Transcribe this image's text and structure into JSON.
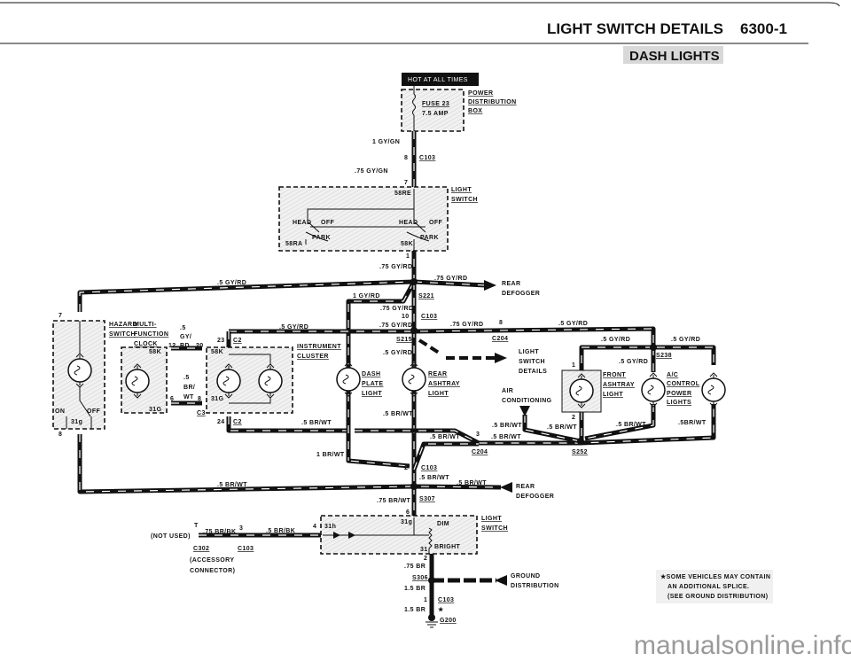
{
  "header": {
    "title": "LIGHT SWITCH DETAILS",
    "page_number": "6300-1",
    "subtitle": "DASH LIGHTS"
  },
  "hot_label": "HOT AT ALL TIMES",
  "power_box": {
    "name": [
      "POWER",
      "DISTRIBUTION",
      "BOX"
    ],
    "fuse": "FUSE 23",
    "rating": "7.5 AMP"
  },
  "light_switch_upper": {
    "name": [
      "LIGHT",
      "SWITCH"
    ],
    "terminals": [
      "58RE",
      "58RA",
      "58K"
    ],
    "positions": [
      "HEAD",
      "OFF",
      "PARK",
      "HEAD",
      "OFF",
      "PARK"
    ]
  },
  "light_switch_lower": {
    "name": [
      "LIGHT",
      "SWITCH"
    ],
    "terminals": [
      "31h",
      "31g",
      "31"
    ],
    "dim": "DIM",
    "bright": "BRIGHT"
  },
  "hazard": {
    "name": [
      "HAZARD",
      "SWITCH"
    ],
    "on": "ON",
    "off": "OFF",
    "term": "31g",
    "pin_top": "7",
    "pin_bottom": "8"
  },
  "clock": {
    "name": [
      "MULTI-",
      "FUNCTION",
      "CLOCK"
    ],
    "terms": [
      "58K",
      "31G"
    ],
    "pins": [
      "12",
      "20",
      "6",
      "8"
    ],
    "wire_top": [
      ".5",
      "GY/",
      "RD"
    ],
    "wire_bottom": [
      ".5",
      "BR/",
      "WT"
    ],
    "connector": "C3"
  },
  "cluster": {
    "name": [
      "INSTRUMENT",
      "CLUSTER"
    ],
    "terms": [
      "58K",
      "31G"
    ],
    "pin_top": "23",
    "pin_bottom": "24",
    "connector": "C2"
  },
  "dash_plate": [
    "DASH",
    "PLATE",
    "LIGHT"
  ],
  "rear_ashtray": [
    "REAR",
    "ASHTRAY",
    "LIGHT"
  ],
  "front_ashtray": {
    "name": [
      "FRONT",
      "ASHTRAY",
      "LIGHT"
    ],
    "pins": [
      "1",
      "2"
    ]
  },
  "ac_control": [
    "A/C",
    "CONTROL",
    "POWER",
    "LIGHTS"
  ],
  "light_switch_details": [
    "LIGHT",
    "SWITCH",
    "DETAILS"
  ],
  "air_conditioning": [
    "AIR",
    "CONDITIONING"
  ],
  "rear_defogger": [
    "REAR",
    "DEFOGGER"
  ],
  "ground_distribution": [
    "GROUND",
    "DISTRIBUTION"
  ],
  "accessory": {
    "not_used": "(NOT USED)",
    "pin_t": "T",
    "c302": "C302",
    "c103": "C103",
    "pin_3": "3",
    "pin_4": "4",
    "line1": "(ACCESSORY",
    "line2": "CONNECTOR)"
  },
  "wires": {
    "gy_gn_1": "1 GY/GN",
    "gy_gn_75": ".75 GY/GN",
    "gy_rd_75_a": ".75 GY/RD",
    "gy_rd_5_left": ".5 GY/RD",
    "gy_rd_75_defog": ".75 GY/RD",
    "gy_rd_1": "1 GY/RD",
    "gy_rd_75_b": ".75 GY/RD",
    "gy_rd_75_c": ".75 GY/RD",
    "gy_rd_75_d": ".75 GY/RD",
    "gy_rd_5_e": ".5 GY/RD",
    "gy_rd_5_cluster": ".5 GY/RD",
    "gy_rd_5_rear": ".5 GY/RD",
    "gy_rd_5_f": ".5 GY/RD",
    "gy_rd_5_g": ".5 GY/RD",
    "gy_rd_5_h": ".5 GY/RD",
    "br_wt_cluster": ".5 BR/WT",
    "br_wt_1": "1 BR/WT",
    "br_wt_rear": ".5 BR/WT",
    "br_wt_a": ".5 BR/WT",
    "br_wt_b": ".5 BR/WT",
    "br_wt_c": ".5 BR/WT",
    "br_wt_d": ".5 BR/WT",
    "br_wt_e": ".5 BR/WT",
    "br_wt_f": ".5BR/WT",
    "br_wt_g": ".5 BR/WT",
    "br_wt_h": ".5 BR/WT",
    "br_wt_left": ".5 BR/WT",
    "br_wt_75": ".75 BR/WT",
    "br_bk_75": ".75 BR/BK",
    "br_bk_5": ".5 BR/BK",
    "br_75": ".75 BR",
    "br_15_a": "1.5 BR",
    "br_15_b": "1.5 BR"
  },
  "connectors": {
    "c103_a": "C103",
    "c103_a_pin": "8",
    "pin_7": "7",
    "pin_1": "1",
    "s221": "S221",
    "c103_b": "C103",
    "c103_b_pin": "10",
    "s215": "S215",
    "c204_a": "C204",
    "c204_a_pin": "8",
    "s238": "S238",
    "c204_b": "C204",
    "c204_b_pin": "3",
    "s252": "S252",
    "c103_c": "C103",
    "c103_c_pin": "2",
    "s307": "S307",
    "pin_6": "6",
    "pin_2": "2",
    "s306": "S306",
    "c103_d": "C103",
    "c103_d_pin": "1",
    "g200": "G200",
    "star": "★"
  },
  "note": [
    "★SOME VEHICLES MAY CONTAIN",
    "AN ADDITIONAL SPLICE.",
    "(SEE GROUND DISTRIBUTION)"
  ],
  "watermark": "manualsonline.info"
}
